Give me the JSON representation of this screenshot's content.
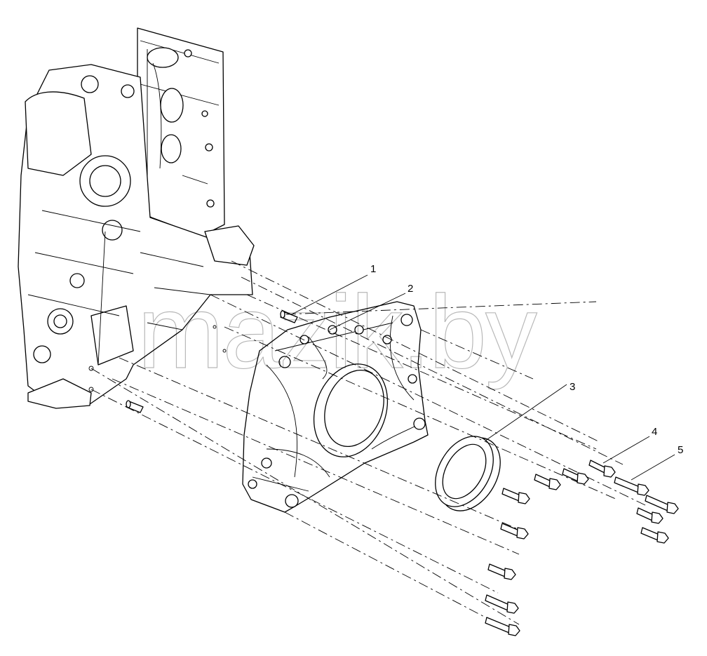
{
  "watermark": "mazik.by",
  "callouts": [
    {
      "label": "1"
    },
    {
      "label": "2"
    },
    {
      "label": "3"
    },
    {
      "label": "4"
    },
    {
      "label": "5"
    }
  ]
}
